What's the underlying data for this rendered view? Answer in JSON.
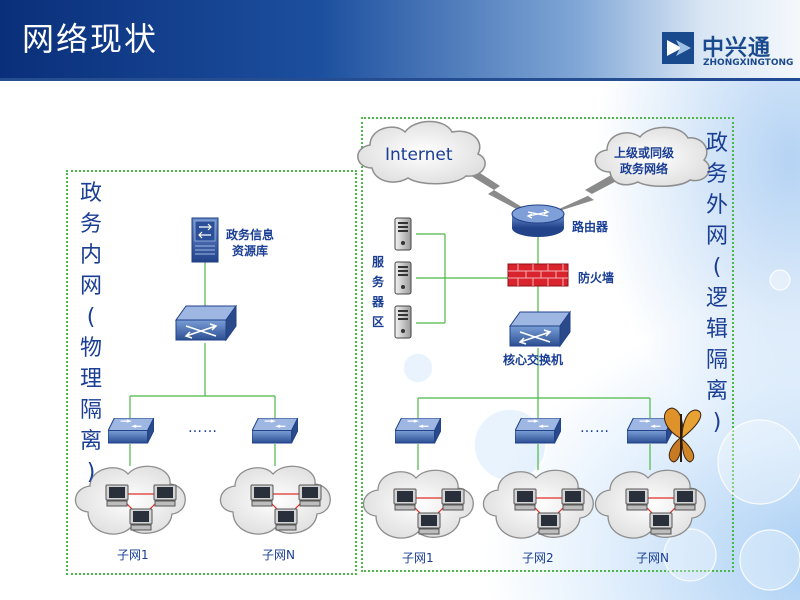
{
  "slide": {
    "title": "网络现状",
    "logo": {
      "name_cn": "中兴通",
      "name_en": "ZHONGXINGTONG",
      "mark": "logo-icon"
    }
  },
  "inner_network": {
    "label_chars": [
      "政",
      "务",
      "内",
      "网",
      "(",
      "物",
      "理",
      "隔",
      "离",
      ")"
    ],
    "database_label": [
      "政务信息",
      "资源库"
    ],
    "subnets": [
      "子网1",
      "子网N"
    ],
    "ellipsis": "……"
  },
  "outer_network": {
    "label_chars": [
      "政",
      "务",
      "外",
      "网",
      "(",
      "逻",
      "辑",
      "隔",
      "离",
      ")"
    ],
    "cloud_internet": "Internet",
    "cloud_upper": [
      "上级或同级",
      "政务网络"
    ],
    "router_label": "路由器",
    "firewall_label": "防火墙",
    "core_switch_label": "核心交换机",
    "server_zone_chars": [
      "服",
      "务",
      "器",
      "区"
    ],
    "subnets": [
      "子网1",
      "子网2",
      "子网N"
    ],
    "ellipsis": "……"
  },
  "colors": {
    "header_dark": "#0a2f7a",
    "label_blue": "#1a3e94",
    "zone_border": "#4cb847",
    "link_line": "#4cb847",
    "lan_line": "#e0302a",
    "firewall": "#d9232d"
  }
}
